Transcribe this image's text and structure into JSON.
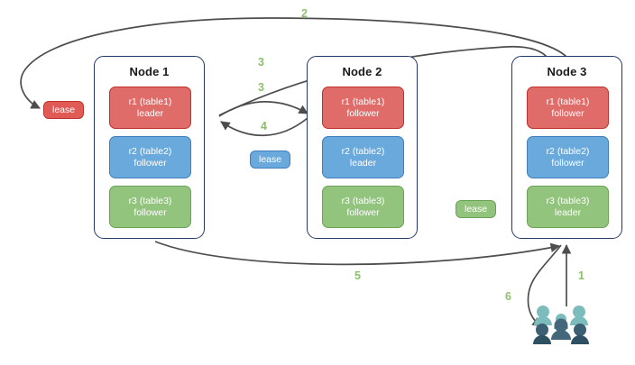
{
  "diagram": {
    "title": "distributed-lease-diagram",
    "colors": {
      "replica_red": "#e06c6a",
      "replica_blue": "#6aa9dc",
      "replica_green": "#92c47d",
      "node_border": "#22386b",
      "arrow": "#4d4d4d",
      "step_label": "#8cc06a",
      "users_light": "#7cbcbc",
      "users_dark": "#3c5f73"
    }
  },
  "nodes": [
    {
      "title": "Node 1",
      "replicas": [
        {
          "name": "r1 (table1)",
          "role": "leader"
        },
        {
          "name": "r2 (table2)",
          "role": "follower"
        },
        {
          "name": "r3 (table3)",
          "role": "follower"
        }
      ]
    },
    {
      "title": "Node 2",
      "replicas": [
        {
          "name": "r1 (table1)",
          "role": "follower"
        },
        {
          "name": "r2 (table2)",
          "role": "leader"
        },
        {
          "name": "r3 (table3)",
          "role": "follower"
        }
      ]
    },
    {
      "title": "Node 3",
      "replicas": [
        {
          "name": "r1 (table1)",
          "role": "follower"
        },
        {
          "name": "r2 (table2)",
          "role": "follower"
        },
        {
          "name": "r3 (table3)",
          "role": "leader"
        }
      ]
    }
  ],
  "leases": [
    {
      "label": "lease",
      "color": "red"
    },
    {
      "label": "lease",
      "color": "blue"
    },
    {
      "label": "lease",
      "color": "green"
    }
  ],
  "steps": [
    {
      "label": "1"
    },
    {
      "label": "2"
    },
    {
      "label": "3"
    },
    {
      "label": "3"
    },
    {
      "label": "4"
    },
    {
      "label": "5"
    },
    {
      "label": "6"
    }
  ],
  "actors": {
    "users_icon": "users-group-icon"
  }
}
